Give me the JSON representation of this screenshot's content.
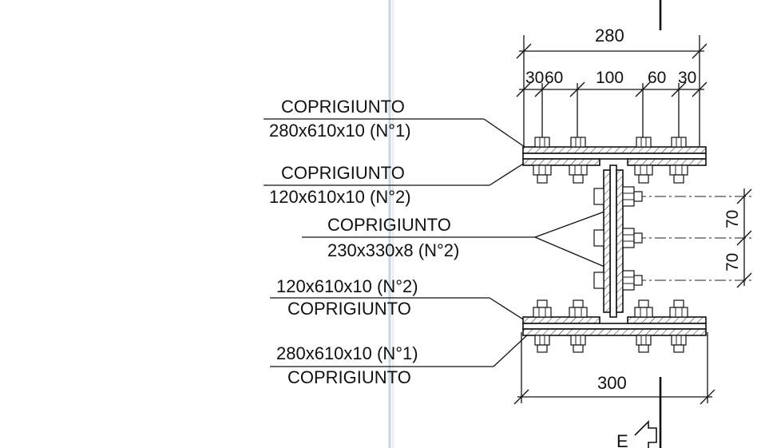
{
  "labels": {
    "l1_top": "COPRIGIUNTO",
    "l1_bottom": "280x610x10  (N°1)",
    "l2_top": "COPRIGIUNTO",
    "l2_bottom": "120x610x10  (N°2)",
    "l3_top": "COPRIGIUNTO",
    "l3_bottom": "230x330x8  (N°2)",
    "l4_top": "120x610x10  (N°2)",
    "l4_bottom": "COPRIGIUNTO",
    "l5_top": "280x610x10  (N°1)",
    "l5_bottom": "COPRIGIUNTO"
  },
  "dimensions": {
    "top_total": "280",
    "top_segments": [
      "30",
      "60",
      "100",
      "60",
      "30"
    ],
    "side_segments": [
      "70",
      "70"
    ],
    "bottom_total": "300"
  },
  "section_marker": "E"
}
